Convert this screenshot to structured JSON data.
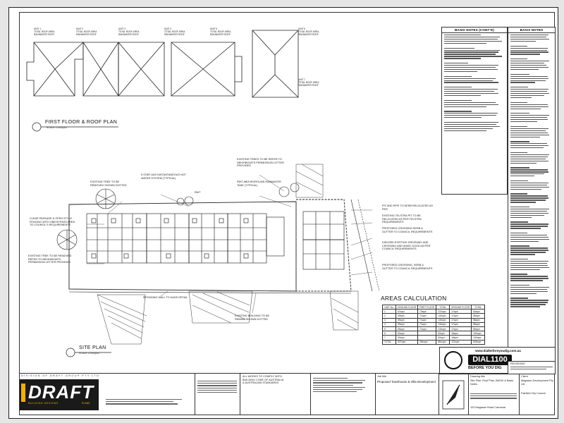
{
  "drawing": {
    "first_floor_title": "FIRST FLOOR & ROOF PLAN",
    "first_floor_scale": "SCALE 1:200@A1",
    "site_plan_title": "SITE PLAN",
    "site_plan_scale": "SCALE 1:200@A1",
    "annotations": {
      "trees_left": "EXISTING TREE TO BE REMOVED SHOWN DOTTED",
      "star_gas": "5 STAR GAS INSTANTANEOUS HOT WATER SYSTEM (TYPICAL)",
      "rwt": "RWT",
      "trees_top": "EXISTING TREES TO BE REFER TO NEIGHBOUR'S PERMISSION LETTER PROVIDED",
      "rainwater": "RWT ABOVEGROUND RAINWATER TANK (TYPICAL)",
      "clear_passage": "CLEAR PASSAGE & OPEN STYLE FENCING WITH OBB BYPASS AREA TO COUNCIL'S REQUIREMENTS",
      "existing_tree_remove": "EXISTING TREE TO BE REMOVED REFER TO NEIGHBOUR'S PERMISSION LETTER PROVIDED",
      "pit_pipe": "PIT AND PIPE TO KERB RELOCATED AS PER",
      "telstra": "EXISTING TELSTRA PIT TO BE RELOCATED AS PER TELSTRA REQUIREMENTS",
      "crossing_1": "PROPOSED CROSSING KERB & GUTTER TO COUNCIL REQUIREMENTS",
      "disused": "DISUSED EXISTING DRIVEWAY AND CROSSING AND MAKE GOOD AS PER COUNCIL REQUIREMENTS",
      "crossing_2": "PROPOSED CROSSING, KERB & GUTTER TO COUNCIL REQUIREMENTS",
      "retaining": "RETAINING WALL TO KADS DETAIL",
      "existing_building": "EXISTING BUILDING TO BE REMAIN SHOWN DOTTED"
    }
  },
  "basix_left": {
    "title": "BASIX NOTES (CONT'D)"
  },
  "basix_right": {
    "title": "BASIX NOTES"
  },
  "areas": {
    "title": "AREAS CALCULATION",
    "headers": [
      "UNIT No.",
      "GROUND FLOOR",
      "FIRST FLOOR",
      "TOTAL",
      "GROUND FLOOR",
      "TOTAL"
    ],
    "rows": [
      [
        "1",
        "67sqm",
        "70sqm",
        "137sqm",
        "17sqm",
        "84sqm"
      ],
      [
        "2",
        "69sqm",
        "71sqm",
        "140sqm",
        "17sqm",
        "86sqm"
      ],
      [
        "3",
        "69sqm",
        "71sqm",
        "140sqm",
        "17sqm",
        "86sqm"
      ],
      [
        "4",
        "69sqm",
        "71sqm",
        "140sqm",
        "17sqm",
        "86sqm"
      ],
      [
        "5",
        "69sqm",
        "71sqm",
        "140sqm",
        "17sqm",
        "86sqm"
      ],
      [
        "6",
        "82sqm",
        "",
        "82sqm",
        "18sqm",
        "100sqm"
      ],
      [
        "7",
        "82sqm",
        "",
        "82sqm",
        "18sqm",
        "100sqm"
      ],
      [
        "TOTAL",
        "507sqm",
        "354sqm",
        "861sqm",
        "121sqm",
        "628sqm"
      ]
    ]
  },
  "dial": {
    "url": "www.dialbeforeyoudig.com.au",
    "number": "DIAL1100",
    "subtitle": "BEFORE YOU DIG"
  },
  "titleblock": {
    "division": "DIVISION OF DRAFT GROUP PTY LTD",
    "brand": "DRAFT",
    "brand_sub": "BUILDING DESIGNS",
    "brand_sub2": "PLANS",
    "compliance": "ALL WORKS TO COMPLY WITH BUILDING CODE OF AUSTRALIA & AUSTRALIAN STANDARDS",
    "project_label": "Job title",
    "project_name": "Proposed Townhouse & Villa Development",
    "sheet_label": "Drawing title",
    "sheet_title": "Site Plan, Roof Plan, BASIX & Basix Notes",
    "client_label": "Client",
    "client_name": "Magasan Development Pty Ltd",
    "council": "Fairfield City Council",
    "address": "120 Magasan Road Carramar",
    "revisions_title": "REVISIONS"
  }
}
